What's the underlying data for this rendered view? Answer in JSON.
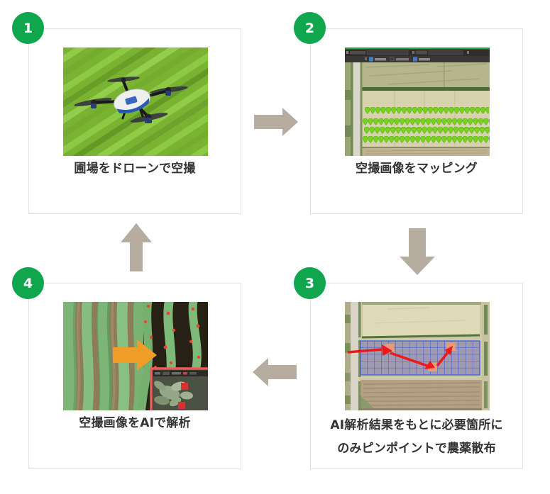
{
  "colors": {
    "accent_green": "#10a64d",
    "arrow_tan": "#b6aca0",
    "box_border": "#e3e2df",
    "caption_text": "#333333",
    "highlight_orange": "#f09d28",
    "alert_red": "#ee1c25",
    "grid_blue": "#3a55e0",
    "pin_green": "#76d41d"
  },
  "steps": [
    {
      "number": "1",
      "caption": "圃場をドローンで空撮",
      "image": "drone-aerial-photo"
    },
    {
      "number": "2",
      "caption": "空撮画像をマッピング",
      "image": "mapping-software-screenshot"
    },
    {
      "number": "3",
      "caption_line1": "AI解析結果をもとに必要箇所に",
      "caption_line2": "のみピンポイントで農薬散布",
      "image": "spray-route-map"
    },
    {
      "number": "4",
      "caption": "空撮画像をAIで解析",
      "image": "ai-detection-photo"
    }
  ],
  "arrows": [
    {
      "from": "1",
      "to": "2",
      "direction": "right"
    },
    {
      "from": "2",
      "to": "3",
      "direction": "down"
    },
    {
      "from": "3",
      "to": "4",
      "direction": "left"
    },
    {
      "from": "4",
      "to": "1",
      "direction": "up"
    }
  ]
}
